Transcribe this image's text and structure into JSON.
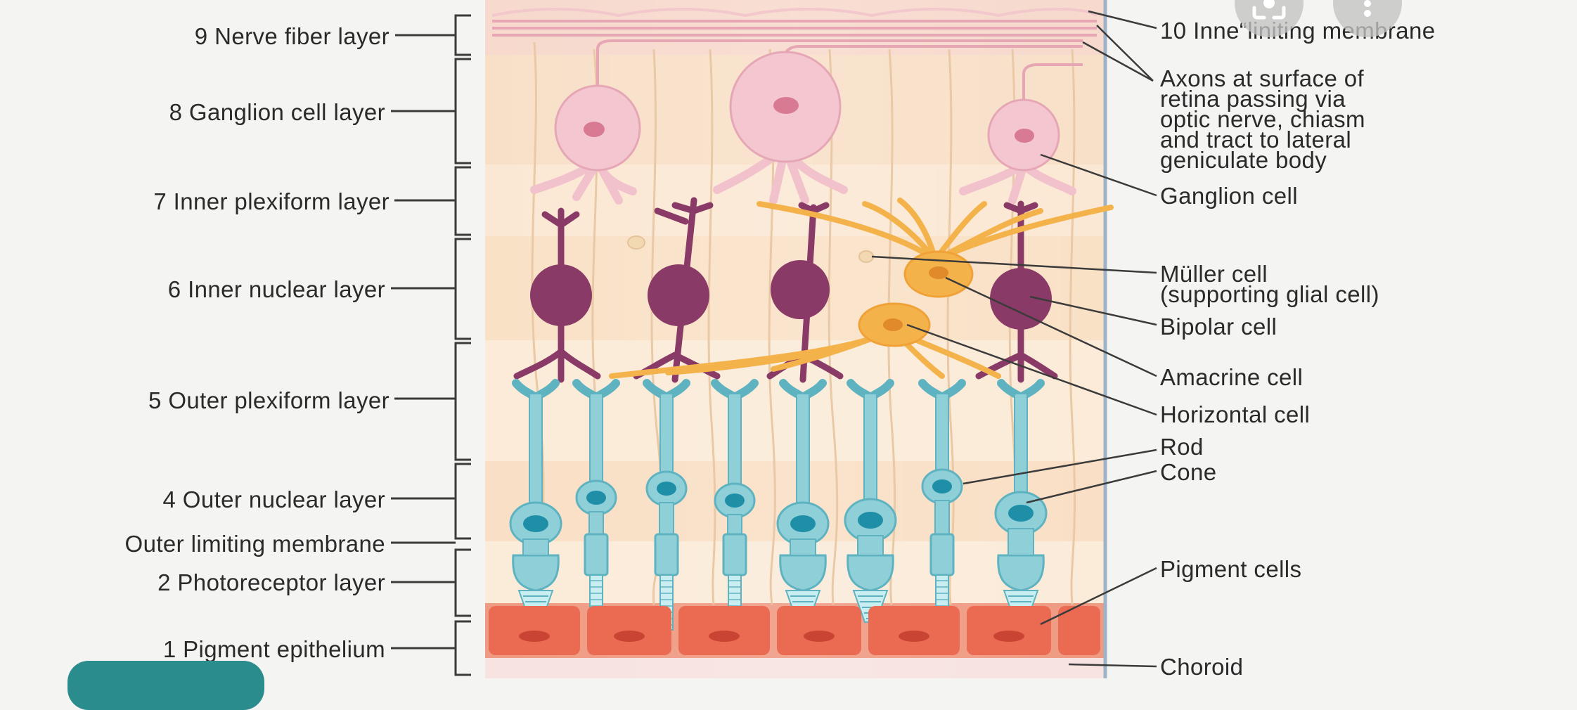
{
  "left_labels": {
    "l9": "9 Nerve fiber layer",
    "l8": "8 Ganglion cell layer",
    "l7": "7 Inner plexiform layer",
    "l6": "6 Inner nuclear layer",
    "l5": "5 Outer plexiform layer",
    "l4": "4 Outer nuclear layer",
    "olm": "Outer limiting membrane",
    "l2": "2 Photoreceptor layer",
    "l1": "1 Pigment epithelium"
  },
  "right_labels": {
    "l10": "10 Inne“liniting membrane",
    "axons": [
      "Axons at surface of",
      "retina passing via",
      "optic nerve, chiasm",
      "and tract to lateral",
      "geniculate body"
    ],
    "ganglion": "Ganglion cell",
    "muller": [
      "Müller cell",
      "(supporting glial cell)"
    ],
    "bipolar": "Bipolar cell",
    "amacrine": "Amacrine cell",
    "horizontal": "Horizontal cell",
    "rod": "Rod",
    "cone": "Cone",
    "pigment": "Pigment cells",
    "choroid": "Choroid"
  },
  "overlay_buttons": [
    "lens-icon",
    "more-vertical-icon"
  ],
  "colors": {
    "background": "#f4f4f2",
    "ganglion": "#f2c2cc",
    "ganglion_nucleus": "#d97a93",
    "bipolar": "#8a3a66",
    "amacrine_horizontal": "#f4b24a",
    "rod_cone": "#8fcfd8",
    "rod_cone_nucleus": "#1f8fa8",
    "pigment_epithelium": "#e65a46",
    "accent_pill": "#2a8c8c"
  }
}
